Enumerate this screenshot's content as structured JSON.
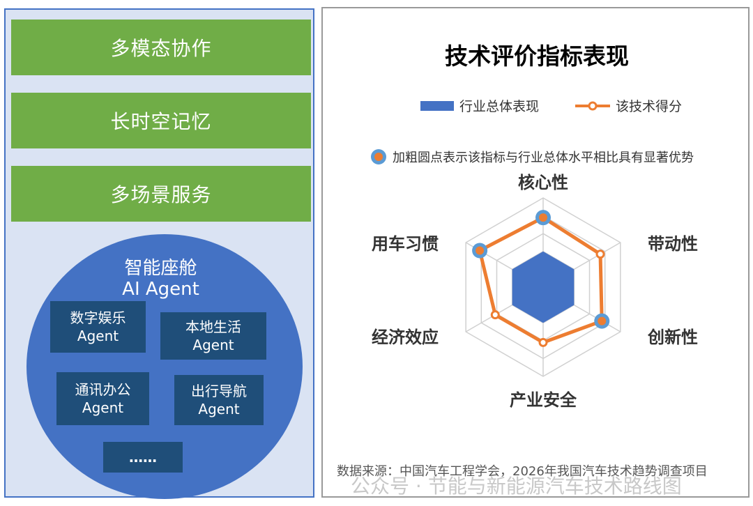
{
  "left": {
    "boxes": [
      "多模态协作",
      "长时空记忆",
      "多场景服务"
    ],
    "circle_title": [
      "智能座舱",
      "AI Agent"
    ],
    "agents": [
      [
        "数字娱乐",
        "Agent"
      ],
      [
        "本地生活",
        "Agent"
      ],
      [
        "通讯办公",
        "Agent"
      ],
      [
        "出行导航",
        "Agent"
      ]
    ],
    "more": "……"
  },
  "right": {
    "title": "技术评价指标表现",
    "note": "加粗圆点表示该指标与行业总体水平相比具有显著优势",
    "source": "数据来源：中国汽车工程学会，2026年我国汽车技术趋势调查项目",
    "watermark": "公众号 · 节能与新能源汽车技术路线图"
  },
  "chart_data": {
    "type": "radar",
    "title": "技术评价指标表现",
    "categories": [
      "核心性",
      "带动性",
      "创新性",
      "产业安全",
      "经济效应",
      "用车习惯"
    ],
    "range": [
      0,
      5
    ],
    "rings": 5,
    "series": [
      {
        "name": "行业总体表现",
        "color": "#4472c4",
        "values": [
          2,
          2,
          2,
          2,
          2,
          2
        ]
      },
      {
        "name": "该技术得分",
        "color": "#ed7d31",
        "values": [
          3.9,
          3.7,
          3.8,
          3.1,
          3.1,
          4.1
        ]
      }
    ],
    "highlighted": [
      "核心性",
      "创新性",
      "用车习惯"
    ],
    "highlight_color": "#5b9bd5"
  }
}
